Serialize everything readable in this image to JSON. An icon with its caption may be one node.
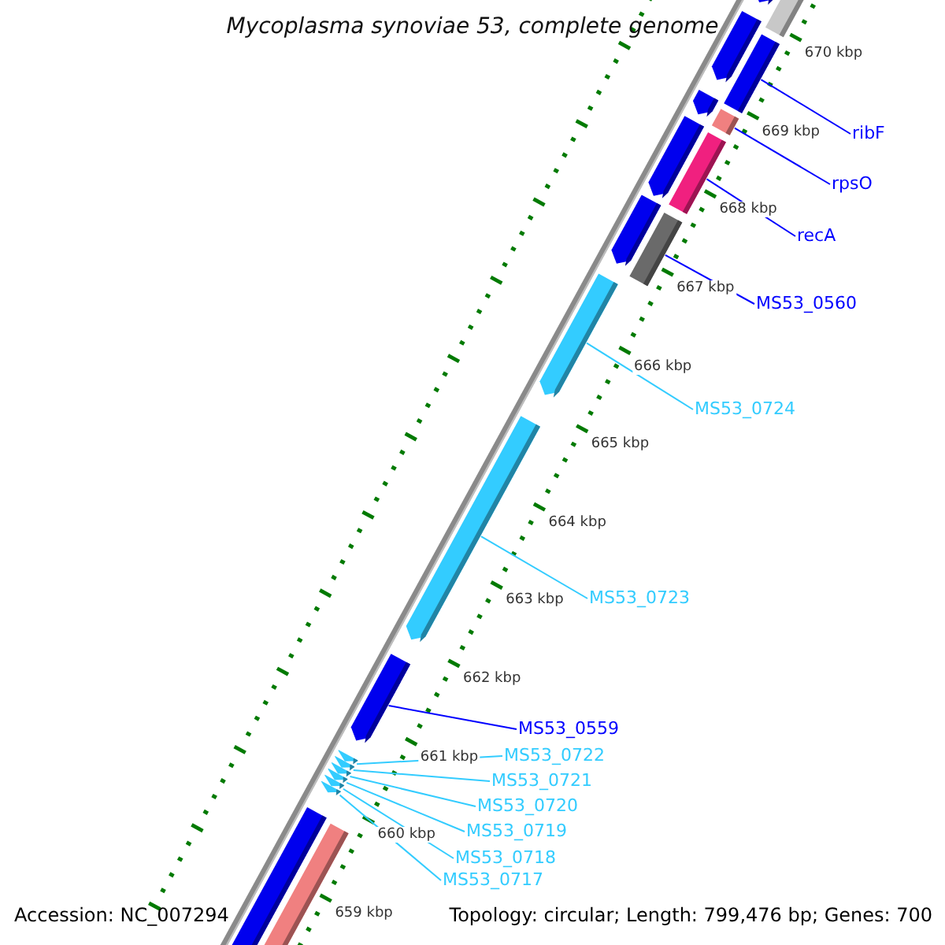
{
  "diagram": {
    "title": "Mycoplasma synoviae 53, complete genome",
    "nodes": [
      {
        "text": [
          "ribF"
        ]
      },
      {
        "text": [
          "rpsO"
        ]
      },
      {
        "text": [
          "recA"
        ]
      },
      {
        "text": [
          "MS53_0560"
        ]
      },
      {
        "text": [
          "MS53_0724"
        ]
      },
      {
        "text": [
          "MS53_0723"
        ]
      },
      {
        "text": [
          "MS53_0559"
        ]
      },
      {
        "text": [
          "MS53_0722"
        ]
      },
      {
        "text": [
          "MS53_0721"
        ]
      },
      {
        "text": [
          "MS53_0720"
        ]
      },
      {
        "text": [
          "MS53_0719"
        ]
      },
      {
        "text": [
          "MS53_0718"
        ]
      },
      {
        "text": [
          "MS53_0717"
        ]
      },
      {
        "text": [],
        "shape": "bar"
      },
      {
        "text": [],
        "shape": "pentagon"
      },
      {
        "text": [],
        "shape": "pentagon"
      },
      {
        "text": [],
        "shape": "bar"
      },
      {
        "text": [],
        "shape": "pentagon"
      },
      {
        "text": [],
        "shape": "bar"
      },
      {
        "text": [],
        "shape": "pentagon"
      },
      {
        "text": [],
        "shape": "bar"
      },
      {
        "text": [],
        "shape": "pentagon"
      },
      {
        "text": [],
        "shape": "bar"
      },
      {
        "text": [],
        "shape": "pentagon"
      },
      {
        "text": [],
        "shape": "pentagon"
      },
      {
        "text": [],
        "shape": "pentagon"
      },
      {
        "text": [],
        "shape": "pentagon"
      },
      {
        "text": [],
        "shape": "pentagon"
      },
      {
        "text": [],
        "shape": "pentagon"
      },
      {
        "text": [],
        "shape": "pentagon"
      },
      {
        "text": [],
        "shape": "pentagon"
      },
      {
        "text": [],
        "shape": "pentagon"
      },
      {
        "text": [],
        "shape": "bar"
      },
      {
        "text": [],
        "shape": "bar"
      }
    ],
    "edges": [
      {
        "from": 0,
        "to": 16,
        "arrow": "none",
        "color": "#0000ff"
      },
      {
        "from": 1,
        "to": 18,
        "arrow": "none",
        "color": "#0000ff"
      },
      {
        "from": 2,
        "to": 20,
        "arrow": "none",
        "color": "#0000ff"
      },
      {
        "from": 3,
        "to": 22,
        "arrow": "none",
        "color": "#0000ff"
      },
      {
        "from": 4,
        "to": 23,
        "arrow": "none"
      },
      {
        "from": 5,
        "to": 24,
        "arrow": "none"
      },
      {
        "from": 6,
        "to": 25,
        "arrow": "none",
        "color": "#0000ff"
      },
      {
        "from": 7,
        "to": 26,
        "arrow": "none"
      },
      {
        "from": 8,
        "to": 27,
        "arrow": "none"
      },
      {
        "from": 9,
        "to": 28,
        "arrow": "none"
      },
      {
        "from": 10,
        "to": 29,
        "arrow": "none"
      },
      {
        "from": 11,
        "to": 30,
        "arrow": "none"
      },
      {
        "from": 12,
        "to": 31,
        "arrow": "none"
      }
    ],
    "labels": [
      "670 kbp",
      "669 kbp",
      "668 kbp",
      "667 kbp",
      "666 kbp",
      "665 kbp",
      "664 kbp",
      "663 kbp",
      "662 kbp",
      "661 kbp",
      "660 kbp",
      "659 kbp",
      "Accession: NC_007294",
      "Topology: circular; Length: 799,476 bp; Genes: 700"
    ]
  }
}
